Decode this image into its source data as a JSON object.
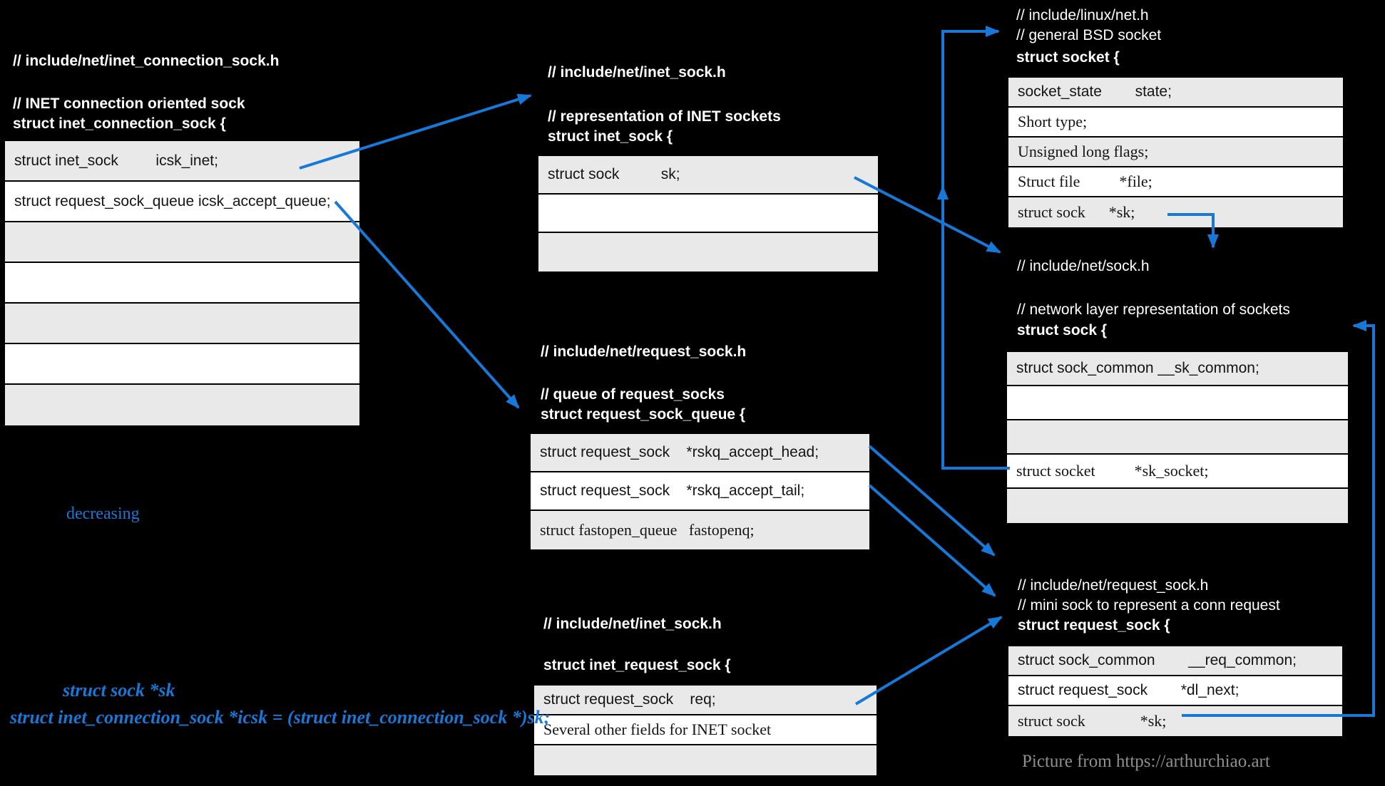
{
  "colors": {
    "background": "#000000",
    "accent_blue": "#1778D8",
    "row_gray": "#e9e9e9",
    "row_white": "#ffffff",
    "header_text": "#ffffff",
    "row_text": "#141414",
    "caption_gray": "#8f8f8f"
  },
  "boxes": {
    "inet_connection_sock": {
      "header": [
        "// include/net/inet_connection_sock.h",
        "// INET connection oriented sock",
        "struct inet_connection_sock {"
      ],
      "rows": [
        "struct inet_sock         icsk_inet;",
        "struct request_sock_queue icsk_accept_queue;",
        "",
        "",
        "",
        "",
        ""
      ]
    },
    "inet_sock": {
      "header": [
        "// include/net/inet_sock.h",
        "// representation of INET sockets",
        "struct inet_sock {"
      ],
      "rows": [
        "struct sock          sk;",
        "",
        ""
      ]
    },
    "socket": {
      "header": [
        "// include/linux/net.h",
        "// general BSD socket",
        "struct socket {"
      ],
      "rows": [
        "socket_state        state;",
        "Short type;",
        "Unsigned long flags;",
        "Struct file          *file;",
        "struct sock      *sk;"
      ]
    },
    "sock": {
      "header": [
        "// include/net/sock.h",
        "// network layer representation of sockets",
        "struct sock {"
      ],
      "rows": [
        "struct sock_common __sk_common;",
        "",
        "",
        "struct socket          *sk_socket;",
        ""
      ]
    },
    "request_sock_queue": {
      "header": [
        "// include/net/request_sock.h",
        "// queue of request_socks",
        "struct request_sock_queue {"
      ],
      "rows": [
        "struct request_sock    *rskq_accept_head;",
        "struct request_sock    *rskq_accept_tail;",
        "struct fastopen_queue   fastopenq;"
      ]
    },
    "inet_request_sock": {
      "header": [
        "// include/net/inet_sock.h",
        "struct inet_request_sock {"
      ],
      "rows": [
        "struct request_sock    req;",
        "Several other fields for INET socket",
        ""
      ]
    },
    "request_sock": {
      "header": [
        "// include/net/request_sock.h",
        "// mini sock to represent a conn request",
        "struct request_sock {"
      ],
      "rows": [
        "struct sock_common        __req_common;",
        "struct request_sock        *dl_next;",
        "struct sock              *sk;"
      ]
    }
  },
  "annotations": {
    "decreasing": "decreasing",
    "cast_line1": "struct sock *sk",
    "cast_line2": "struct inet_connection_sock *icsk = (struct inet_connection_sock *)sk;",
    "caption": "Picture from https://arthurchiao.art"
  }
}
